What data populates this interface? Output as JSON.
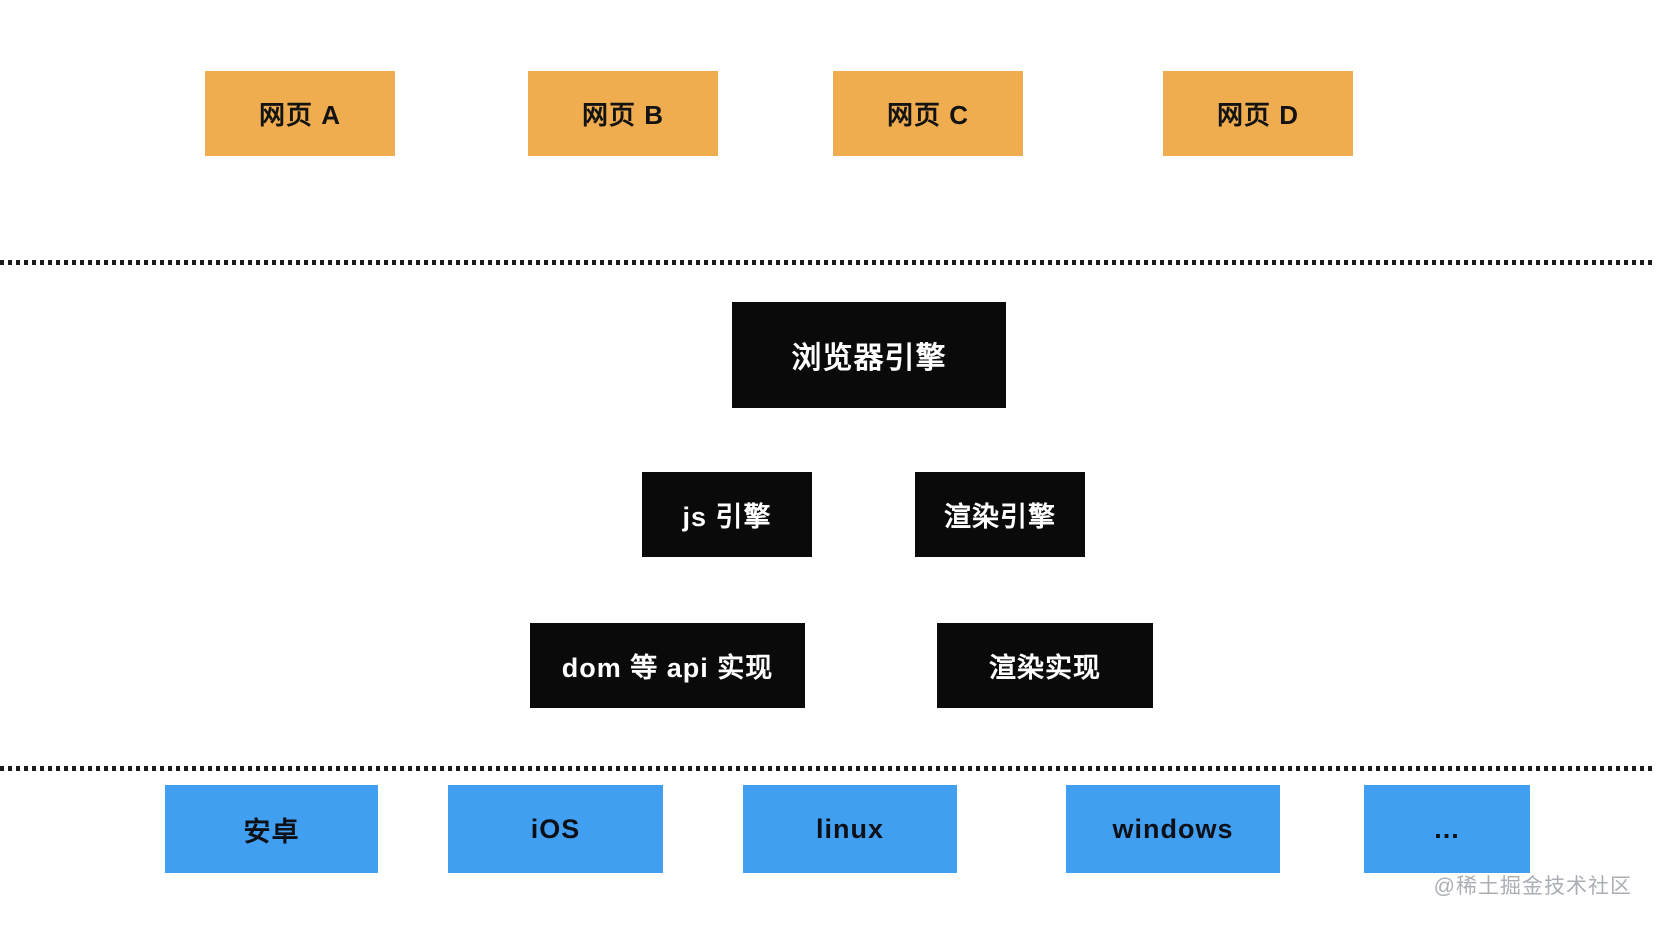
{
  "diagram": {
    "title_implied": "browser architecture layers",
    "colors": {
      "webpage_box": "#efad4f",
      "engine_box": "#0a0a0a",
      "os_box": "#419ff2",
      "dark_text": "#131313",
      "light_text": "#ffffff",
      "divider_dots": "#1b1b1b",
      "watermark_text": "#abaeb5",
      "background": "#ffffff"
    },
    "webpages": [
      {
        "label": "网页 A"
      },
      {
        "label": "网页 B"
      },
      {
        "label": "网页 C"
      },
      {
        "label": "网页 D"
      }
    ],
    "engine_layer": {
      "browser_engine": "浏览器引擎",
      "js_engine": "js 引擎",
      "render_engine": "渲染引擎",
      "dom_api_impl": "dom 等 api 实现",
      "render_impl": "渲染实现"
    },
    "platforms": [
      {
        "label": "安卓"
      },
      {
        "label": "iOS"
      },
      {
        "label": "linux"
      },
      {
        "label": "windows"
      },
      {
        "label": "..."
      }
    ],
    "watermark": "@稀土掘金技术社区"
  }
}
